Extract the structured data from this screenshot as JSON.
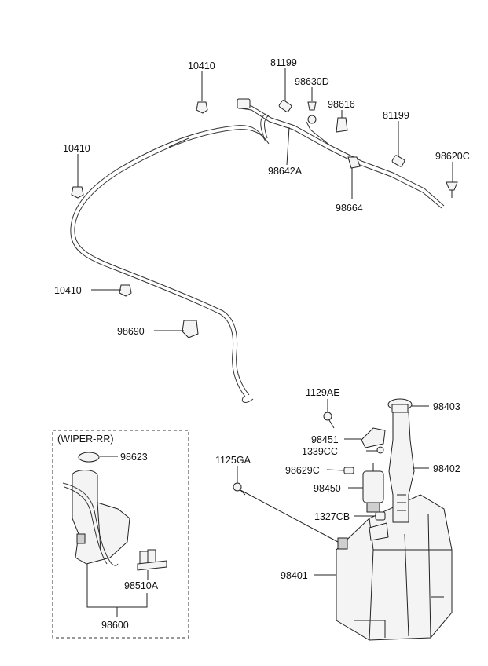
{
  "parts": {
    "p10410_top": "10410",
    "p81199_a": "81199",
    "p98630D": "98630D",
    "p98616": "98616",
    "p81199_b": "81199",
    "p10410_left": "10410",
    "p98620C": "98620C",
    "p98642A": "98642A",
    "p98664": "98664",
    "p10410_mid": "10410",
    "p98690": "98690",
    "p1129AE": "1129AE",
    "p98403": "98403",
    "p98451": "98451",
    "p1339CC": "1339CC",
    "p1125GA": "1125GA",
    "p98629C": "98629C",
    "p98402": "98402",
    "p98450": "98450",
    "p1327CB": "1327CB",
    "p98401": "98401"
  },
  "inset": {
    "title": "(WIPER-RR)",
    "p98623": "98623",
    "p98510A": "98510A",
    "p98600": "98600"
  }
}
